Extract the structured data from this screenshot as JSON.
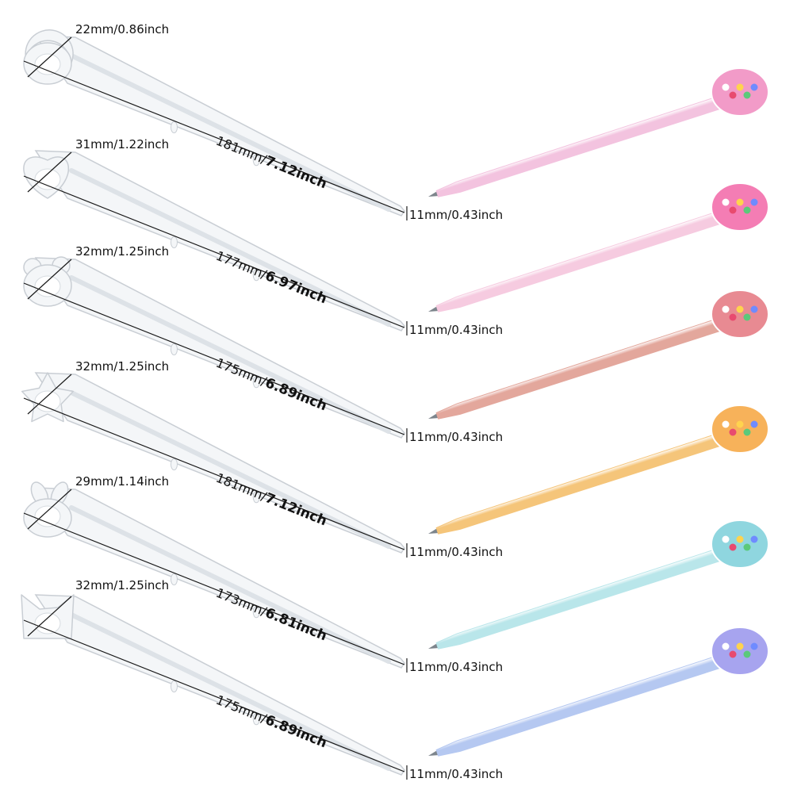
{
  "colors": {
    "mold_fill": "#f4f6f8",
    "mold_edge": "#c9ced4",
    "line": "#1a1a1a"
  },
  "items": [
    {
      "mold_shape": "moon",
      "head_size": "22mm/0.86inch",
      "length_mm": "181mm/",
      "length_in": "7.12inch",
      "tip_size": "11mm/0.43inch",
      "pen_color": "#f3c3df",
      "pen_head_color": "#f29bc8"
    },
    {
      "mold_shape": "heart",
      "head_size": "31mm/1.22inch",
      "length_mm": "177mm/",
      "length_in": "6.97inch",
      "tip_size": "11mm/0.43inch",
      "pen_color": "#f6cbe0",
      "pen_head_color": "#f47db4"
    },
    {
      "mold_shape": "bear",
      "head_size": "32mm/1.25inch",
      "length_mm": "175mm/",
      "length_in": "6.89inch",
      "tip_size": "11mm/0.43inch",
      "pen_color": "#e3a79c",
      "pen_head_color": "#e88a92"
    },
    {
      "mold_shape": "star",
      "head_size": "32mm/1.25inch",
      "length_mm": "181mm/",
      "length_in": "7.12inch",
      "tip_size": "11mm/0.43inch",
      "pen_color": "#f5c57a",
      "pen_head_color": "#f7b25a"
    },
    {
      "mold_shape": "rabbit",
      "head_size": "29mm/1.14inch",
      "length_mm": "173mm/",
      "length_in": "6.81inch",
      "tip_size": "11mm/0.43inch",
      "pen_color": "#b9e6ea",
      "pen_head_color": "#8fd6df"
    },
    {
      "mold_shape": "cat",
      "head_size": "32mm/1.25inch",
      "length_mm": "175mm/",
      "length_in": "6.89inch",
      "tip_size": "11mm/0.43inch",
      "pen_color": "#b5c8f1",
      "pen_head_color": "#a7a4ef"
    }
  ]
}
